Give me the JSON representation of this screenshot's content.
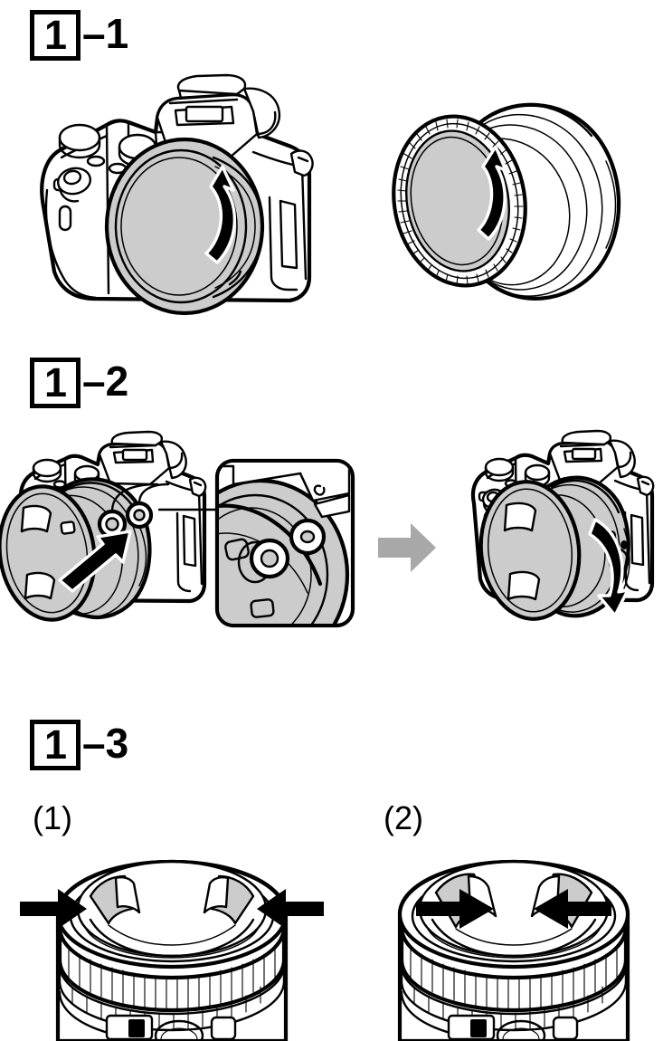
{
  "document": {
    "kind": "camera-instruction-diagram",
    "title": "Attaching the lens",
    "background_color": "#ffffff",
    "ink_color": "#000000",
    "shade_color": "#cccccc",
    "transition_arrow_color": "#a8a8a8"
  },
  "steps": [
    {
      "id": "step-1-1",
      "number": "1",
      "separator": "–",
      "substep": "1",
      "figures": [
        {
          "name": "camera-body-with-body-cap",
          "caption": "Camera body with body cap, rotate counterclockwise to remove",
          "rotation": "counterclockwise",
          "arrow_style": "curved-black-white-outline"
        },
        {
          "name": "lens-with-rear-lens-cap",
          "caption": "Lens with rear lens cap, rotate counterclockwise to remove",
          "rotation": "counterclockwise",
          "arrow_style": "curved-black-white-outline"
        }
      ]
    },
    {
      "id": "step-1-2",
      "number": "1",
      "separator": "–",
      "substep": "2",
      "figures": [
        {
          "name": "align-index-marks",
          "caption": "Align the white index mark on the lens with the white index mark on the camera and push the lens straight on",
          "arrow_style": "straight-black-white-outline"
        },
        {
          "name": "index-mark-detail-callout",
          "caption": "Magnified detail of the aligned white index dots",
          "shape": "rounded-rectangle-callout",
          "leader_line": true
        },
        {
          "name": "transition-arrow",
          "caption": "Then",
          "direction": "right",
          "color": "#a8a8a8"
        },
        {
          "name": "rotate-lens-to-lock",
          "caption": "Turn the lens clockwise until it clicks into the locked position",
          "rotation": "clockwise",
          "arrow_style": "curved-black-white-outline"
        }
      ]
    },
    {
      "id": "step-1-3",
      "number": "1",
      "separator": "–",
      "substep": "3",
      "sub_labels": [
        {
          "name": "sub-label-1",
          "text": "(1)",
          "figure": {
            "name": "front-lens-cap-tabs-released",
            "caption": "Pinch the two tabs of the front lens cap",
            "arrow_count": 2,
            "arrow_direction": "inward",
            "arrow_style": "straight-black"
          }
        },
        {
          "name": "sub-label-2",
          "text": "(2)",
          "figure": {
            "name": "front-lens-cap-tabs-pressed",
            "caption": "Tabs squeezed together to release the cap",
            "arrow_count": 2,
            "arrow_direction": "inward",
            "arrow_style": "straight-black"
          }
        }
      ]
    }
  ]
}
